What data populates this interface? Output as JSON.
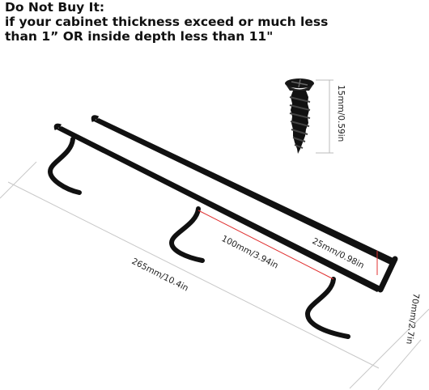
{
  "warning": {
    "title": "Do Not Buy It:",
    "line1": "if your cabinet thickness exceed or much less",
    "line2": "than 1”  OR inside depth less than 11\""
  },
  "dimensions": {
    "screw_length": "15mm/0.59in",
    "total_length": "265mm/10.4in",
    "hook_spacing": "100mm/3.94in",
    "bar_width": "25mm/0.98in",
    "bar_height": "70mm/2.7in"
  },
  "colors": {
    "metal": "#111111",
    "guide_line": "#c8c8c8",
    "accent_line": "#e03030",
    "text": "#111111"
  },
  "icons": {
    "screw": "screw-icon",
    "rack": "hanger-rack-icon"
  }
}
